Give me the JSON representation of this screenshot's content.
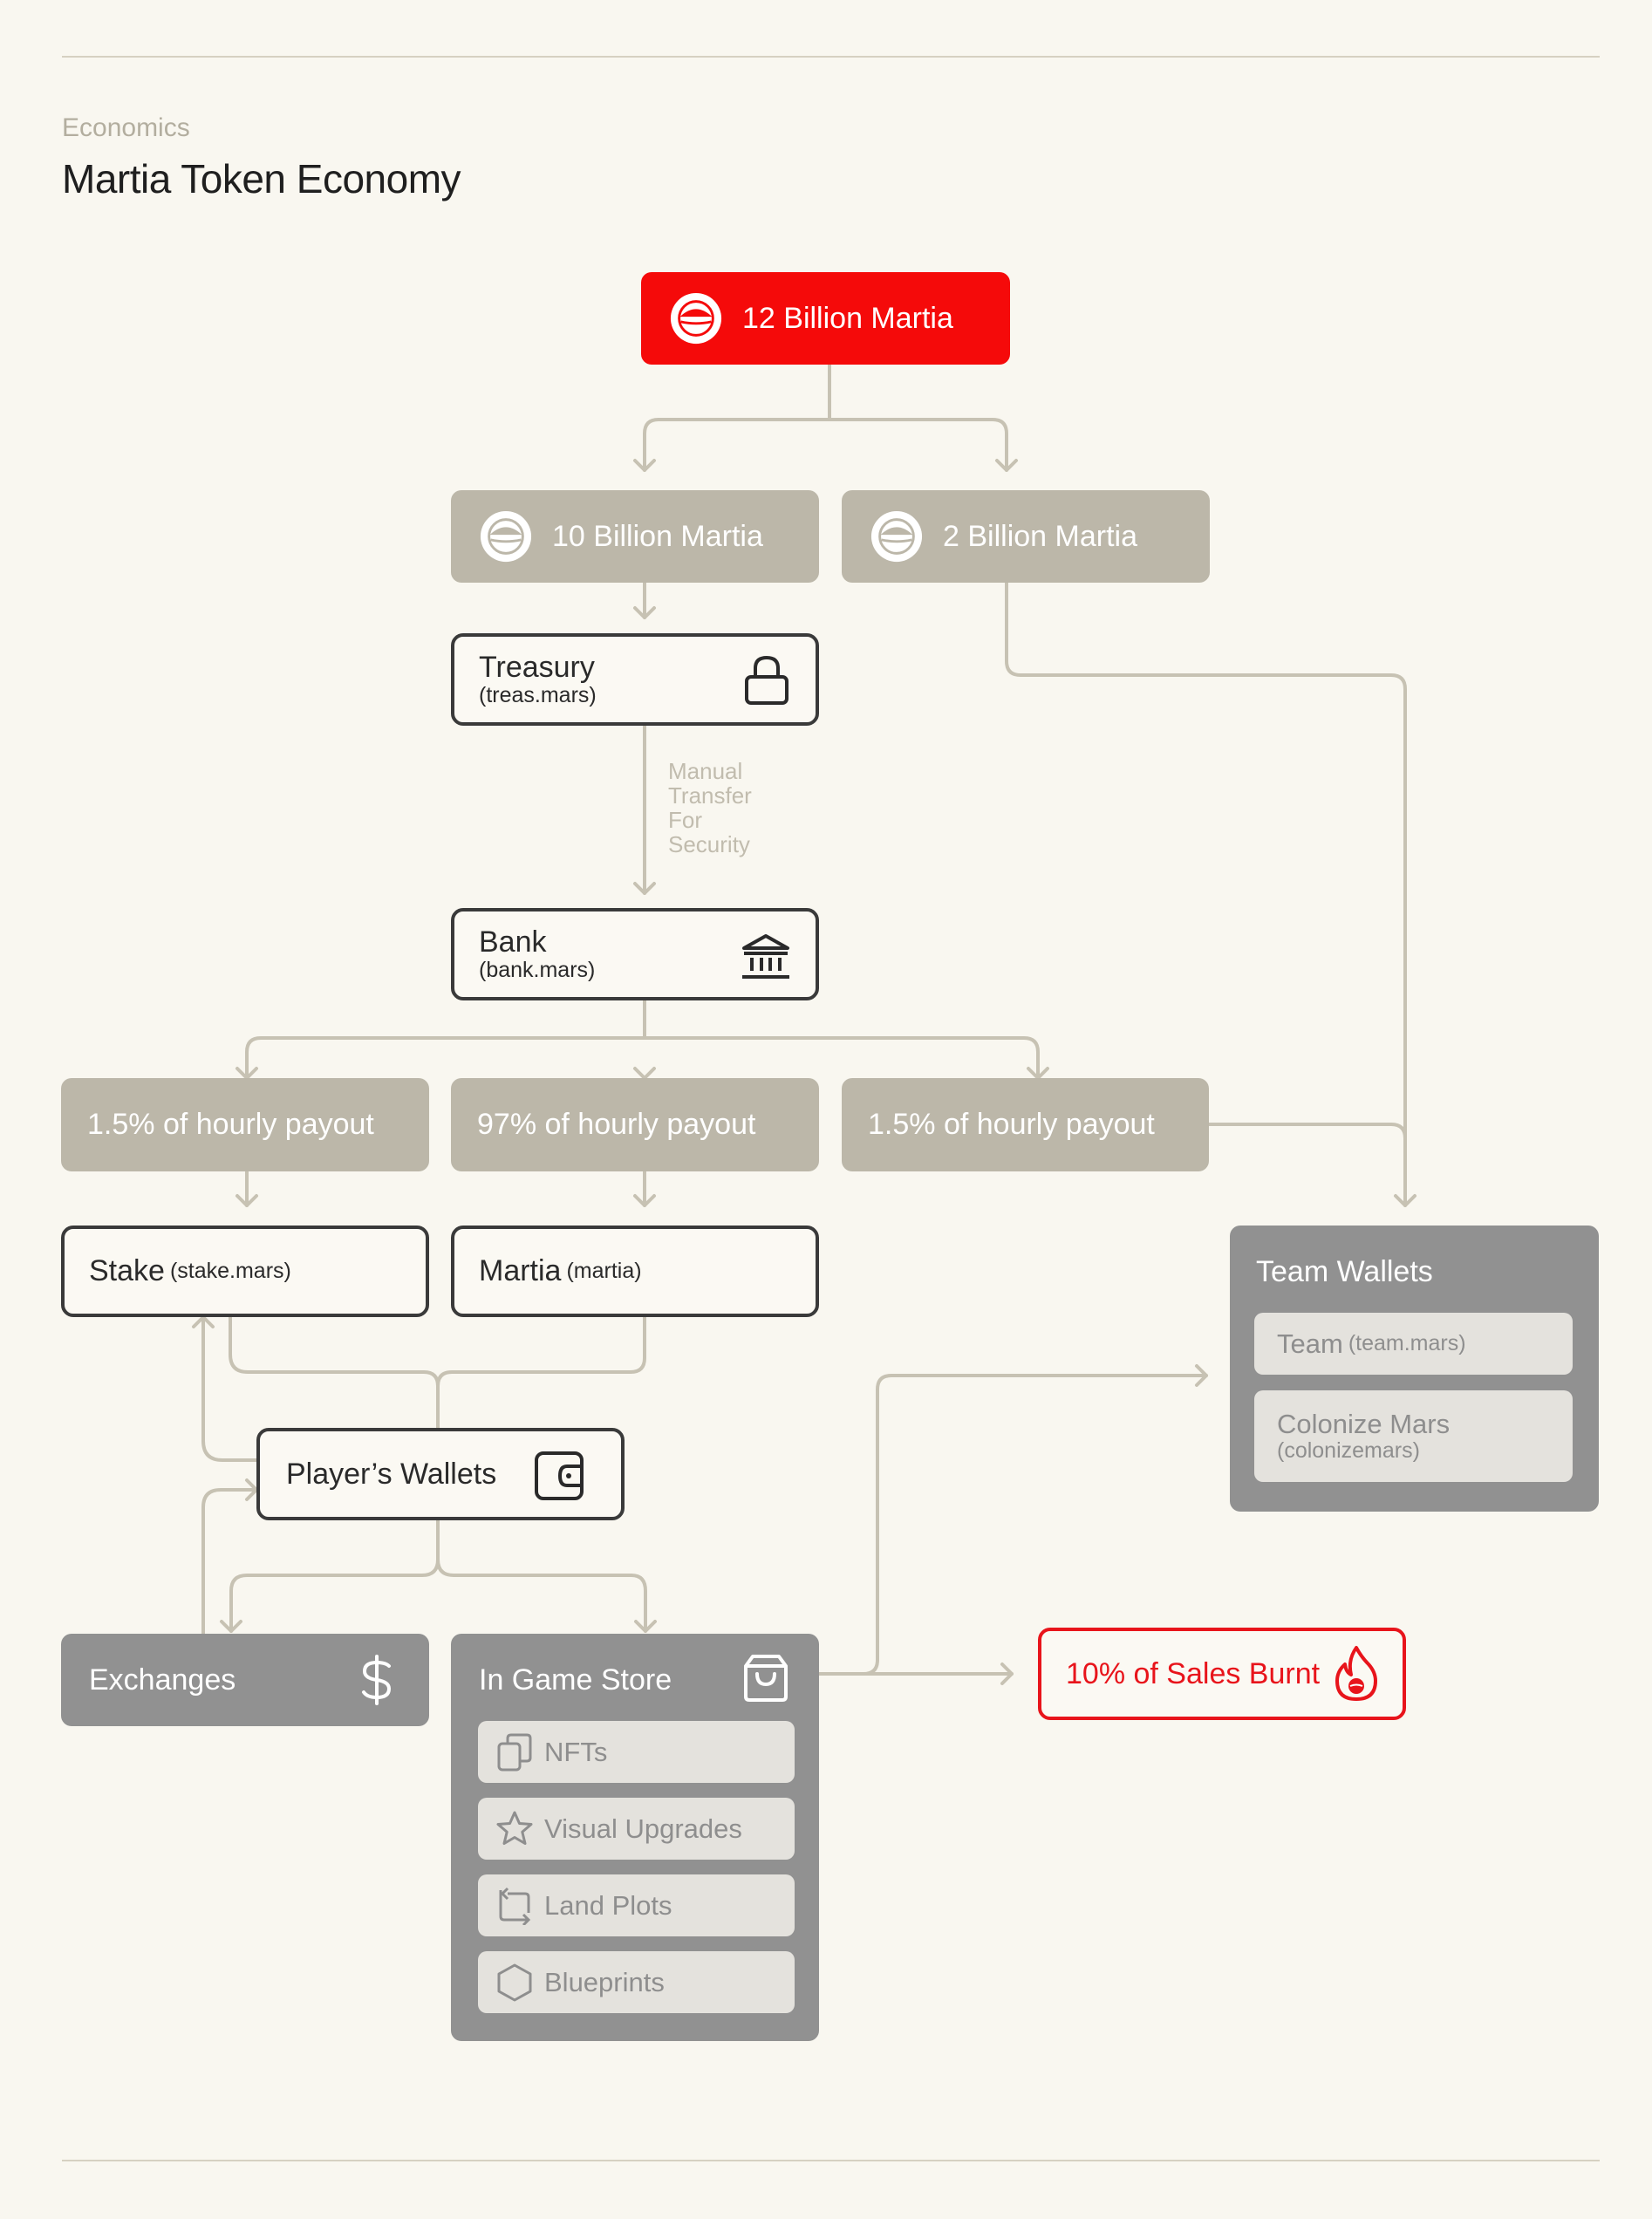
{
  "header": {
    "eyebrow": "Economics",
    "title": "Martia Token Economy"
  },
  "supply": {
    "total": "12 Billion Martia",
    "treasury_share": "10 Billion Martia",
    "team_share": "2 Billion Martia"
  },
  "treasury": {
    "label": "Treasury",
    "account": "(treas.mars)",
    "icon": "lock-icon"
  },
  "transfer_note": [
    "Manual",
    "Transfer",
    "For",
    "Security"
  ],
  "bank": {
    "label": "Bank",
    "account": "(bank.mars)",
    "icon": "bank-icon"
  },
  "payouts": {
    "stake_share": "1.5% of hourly payout",
    "martia_share": "97% of hourly payout",
    "team_share": "1.5% of hourly payout"
  },
  "stake": {
    "label": "Stake",
    "account": "(stake.mars)"
  },
  "martia": {
    "label": "Martia",
    "account": "(martia)"
  },
  "players": {
    "label": "Player’s Wallets",
    "icon": "wallet-icon"
  },
  "exchanges": {
    "label": "Exchanges",
    "icon": "dollar-icon"
  },
  "store": {
    "title": "In Game Store",
    "icon": "shopping-bag-icon",
    "items": [
      {
        "label": "NFTs",
        "icon": "copy-icon"
      },
      {
        "label": "Visual Upgrades",
        "icon": "star-icon"
      },
      {
        "label": "Land Plots",
        "icon": "repeat-icon"
      },
      {
        "label": "Blueprints",
        "icon": "hexagon-icon"
      }
    ]
  },
  "burn": {
    "label": "10% of Sales Burnt",
    "icon": "flame-icon"
  },
  "team_wallets": {
    "title": "Team Wallets",
    "team": {
      "label": "Team",
      "account": "(team.mars)"
    },
    "colonize": {
      "label": "Colonize Mars",
      "account": "(colonizemars)"
    }
  },
  "colors": {
    "background": "#f9f7f0",
    "accent_red": "#f50a0a",
    "tan": "#bcb7a9",
    "grey": "#919191",
    "connector": "#c7c2b3"
  }
}
